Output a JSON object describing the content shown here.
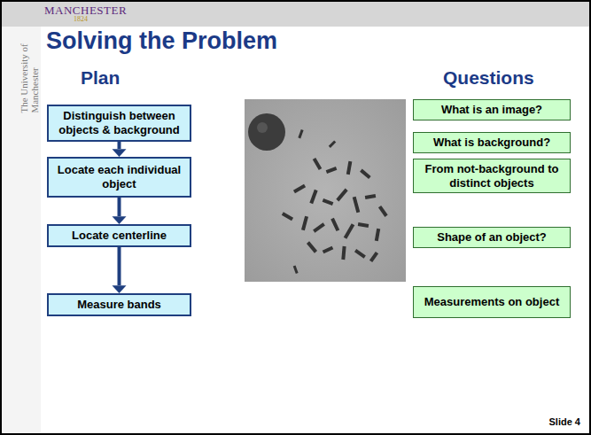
{
  "diagram": {
    "title": "Solving the Problem",
    "nodes": [
      {
        "text": [
          "Distinguish between objects & background"
        ]
      },
      {
        "text": [
          "Locate each individual object"
        ]
      },
      {
        "text": [
          "Locate centerline"
        ]
      },
      {
        "text": [
          "Measure bands"
        ]
      },
      {
        "text": [
          "What is an image?"
        ]
      },
      {
        "text": [
          "What is background?"
        ]
      },
      {
        "text": [
          "From not-background to distinct objects"
        ]
      },
      {
        "text": [
          "Shape of an object?"
        ]
      },
      {
        "text": [
          "Measurements on object"
        ]
      }
    ],
    "edges": [
      {
        "from": 0,
        "to": 1,
        "arrow": "to"
      },
      {
        "from": 1,
        "to": 2,
        "arrow": "to"
      },
      {
        "from": 2,
        "to": 3,
        "arrow": "to"
      }
    ],
    "labels": [
      "MANCHESTER",
      "1824",
      "The University of Manchester",
      "Plan",
      "Questions",
      "Slide 4"
    ]
  }
}
